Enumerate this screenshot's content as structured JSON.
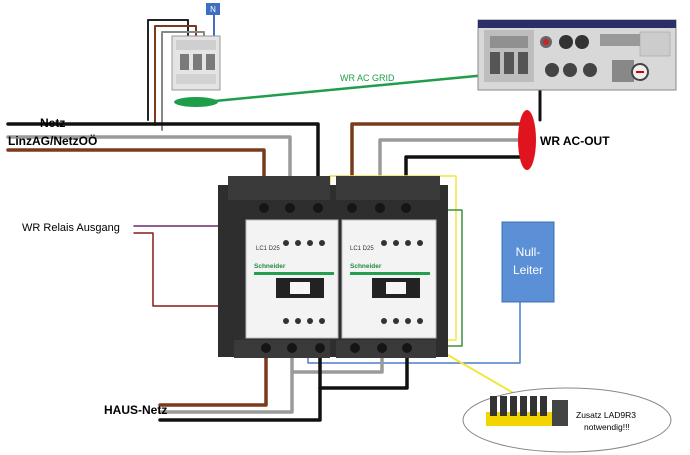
{
  "labels": {
    "n_terminal": "N",
    "grid_line": "WR AC GRID",
    "netz_1": "Netz",
    "netz_2": "LinzAG/NetzOÖ",
    "wr_ac_out": "WR AC-OUT",
    "wr_relais": "WR Relais Ausgang",
    "null_leiter_1": "Null-",
    "null_leiter_2": "Leiter",
    "haus_netz": "HAUS-Netz",
    "contactor_model_left": "LC1 D25",
    "contactor_model_right": "LC1 D25",
    "brand_left": "Schneider",
    "brand_right": "Schneider",
    "note_1": "Zusatz LAD9R3",
    "note_2": "notwendig!!!"
  },
  "colors": {
    "brown": "#7a3b1c",
    "black": "#111111",
    "grey": "#9a9a9a",
    "green": "#1e9d4a",
    "red": "#e0141e",
    "relais_wire": "#8b1a1a",
    "yellow": "#f2e640",
    "blue_box": "#5b8fd6",
    "blue_wire": "#4d7fc9"
  },
  "icons": [
    "circuit-breaker-icon",
    "inverter-icon",
    "contactor-icon",
    "bridge-module-icon"
  ]
}
